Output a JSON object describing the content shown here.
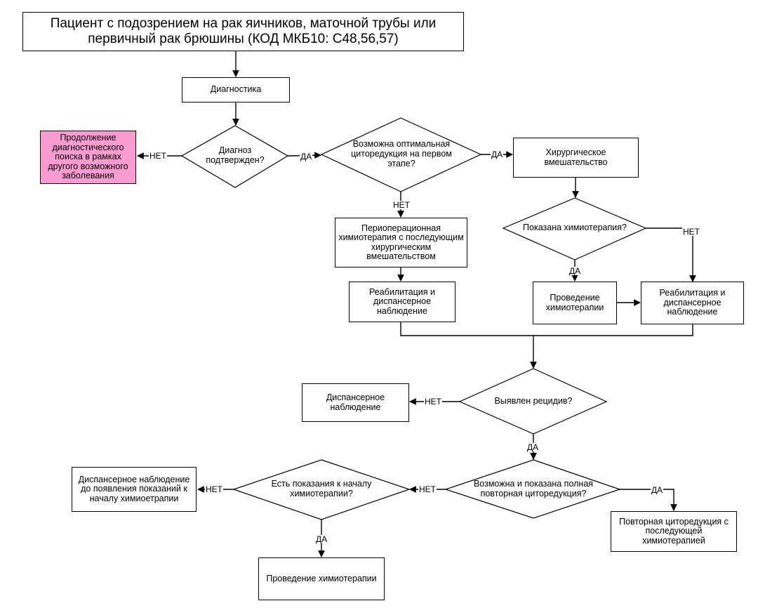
{
  "colors": {
    "alt_box_fill": "#f89bd1",
    "stroke": "#000000"
  },
  "labels": {
    "yes": "ДА",
    "no": "НЕТ"
  },
  "nodes": {
    "start": "Пациент с подозрением на рак яичников, маточной трубы или первичный рак брюшины (КОД МКБ10: С48,56,57)",
    "diagnostics": "Диагностика",
    "diag_confirmed": "Диагноз подтвержден?",
    "continue_search": "Продолжение диагностического поиска в рамках другого возможного заболевания",
    "optimal_cytoreduction": "Возможна оптимальная циторедукция на первом этапе?",
    "surgery": "Хирургическое вмешательство",
    "chemo_indicated": "Показана химиотерапия?",
    "periop_chemo": "Периоперационная химиотерапия с последующим хирургическим вмешательством",
    "rehab_left": "Реабилитация и диспансерное наблюдение",
    "chemo_course": "Проведение химиотерапии",
    "rehab_right": "Реабилитация и диспансерное наблюдение",
    "relapse": "Выявлен рецидив?",
    "followup": "Диспансерное наблюдение",
    "repeat_possible": "Возможна и показана полная повторная циторедукция?",
    "repeat_cytoreduction": "Повторная циторедукция с последующей химиотерапией",
    "chemo_start_indicated": "Есть показания к началу химиотерапии?",
    "followup_until": "Диспансерное наблюдение до появления показаний к началу химиоетрапии",
    "chemo_final": "Проведение химиотерапии"
  }
}
